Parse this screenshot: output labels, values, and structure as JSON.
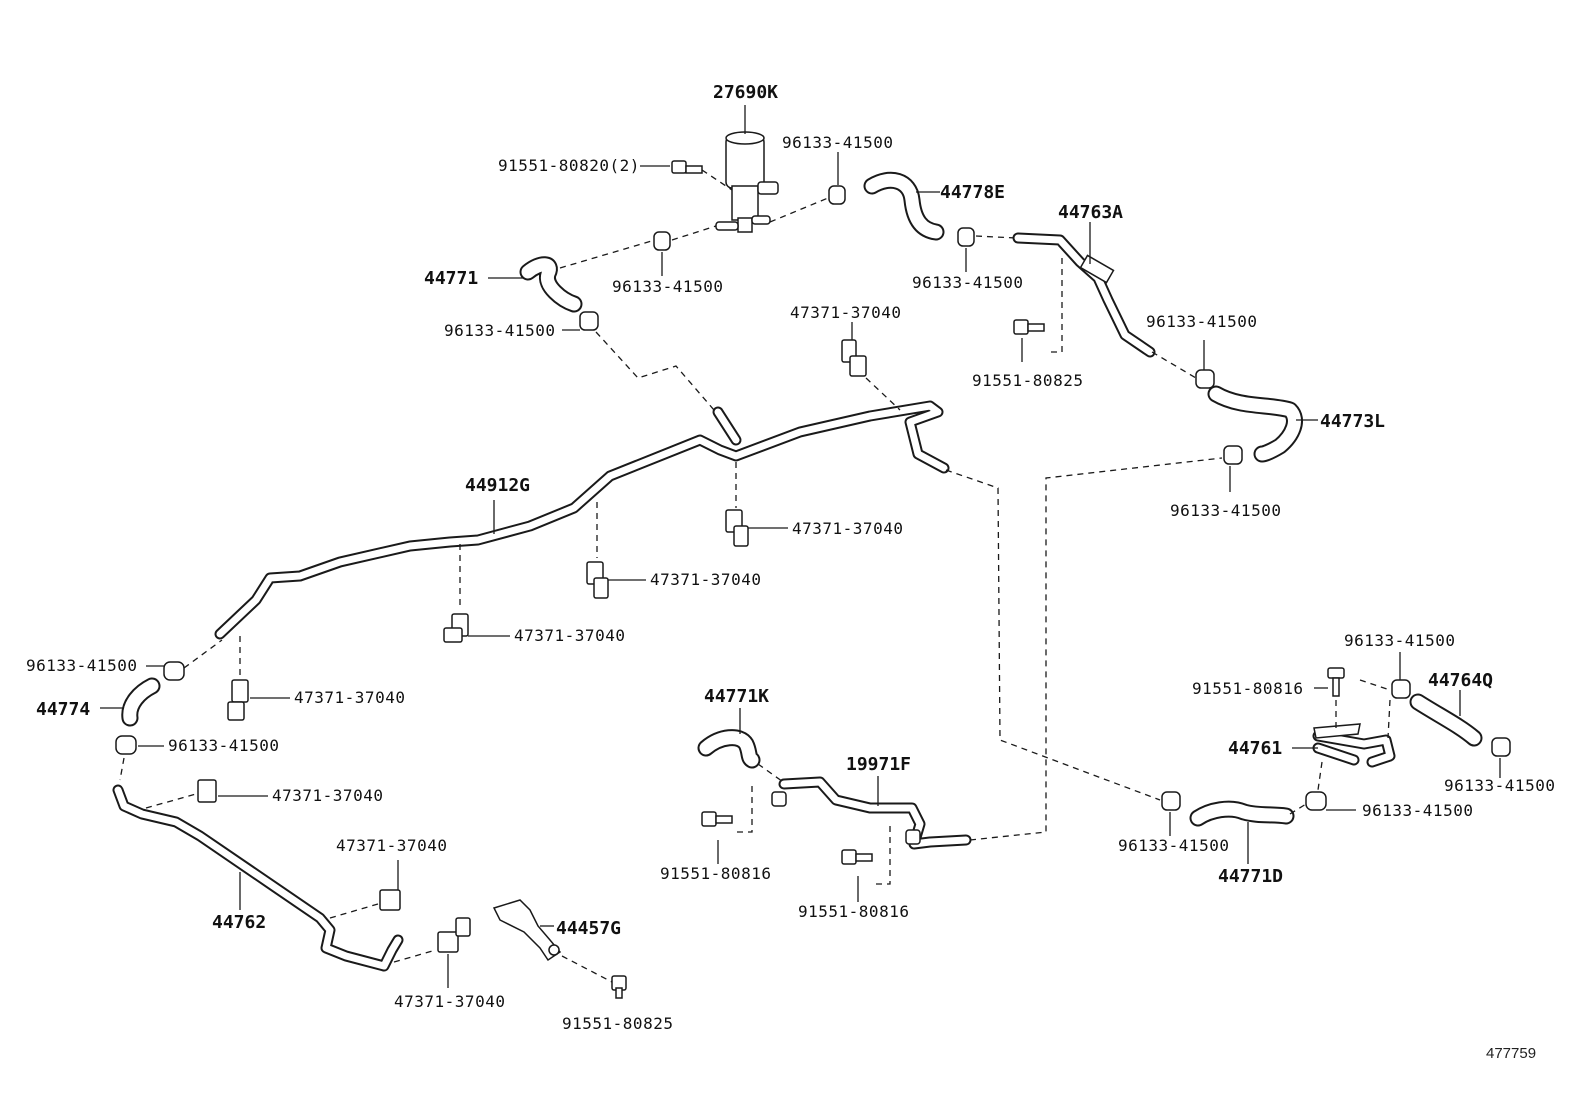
{
  "labels": {
    "p27690K": "27690K",
    "p91551_80820": "91551-80820(2)",
    "p96133_top": "96133-41500",
    "p44778E": "44778E",
    "p44763A": "44763A",
    "p96133_44778": "96133-41500",
    "p44771": "44771",
    "p96133_44771a": "96133-41500",
    "p96133_44771b": "96133-41500",
    "p47371_top": "47371-37040",
    "p91551_80825_top": "91551-80825",
    "p96133_44773a": "96133-41500",
    "p44773L": "44773L",
    "p96133_44773b": "96133-41500",
    "p44912G": "44912G",
    "p47371_c1": "47371-37040",
    "p47371_c2": "47371-37040",
    "p47371_c3": "47371-37040",
    "p96133_44774a": "96133-41500",
    "p44774": "44774",
    "p47371_c4": "47371-37040",
    "p96133_44774b": "96133-41500",
    "p47371_c5": "47371-37040",
    "p44771K": "44771K",
    "p19971F": "19971F",
    "p91551_80816_a": "91551-80816",
    "p91551_80816_b": "91551-80816",
    "p96133_44764a": "96133-41500",
    "p91551_80816_c": "91551-80816",
    "p44764Q": "44764Q",
    "p44761": "44761",
    "p96133_44764b": "96133-41500",
    "p96133_44761": "96133-41500",
    "p96133_44771D": "96133-41500",
    "p44771D": "44771D",
    "p47371_c6": "47371-37040",
    "p44762": "44762",
    "p44457G": "44457G",
    "p47371_c7": "47371-37040",
    "p91551_80825_bot": "91551-80825"
  },
  "figure_number": "477759"
}
